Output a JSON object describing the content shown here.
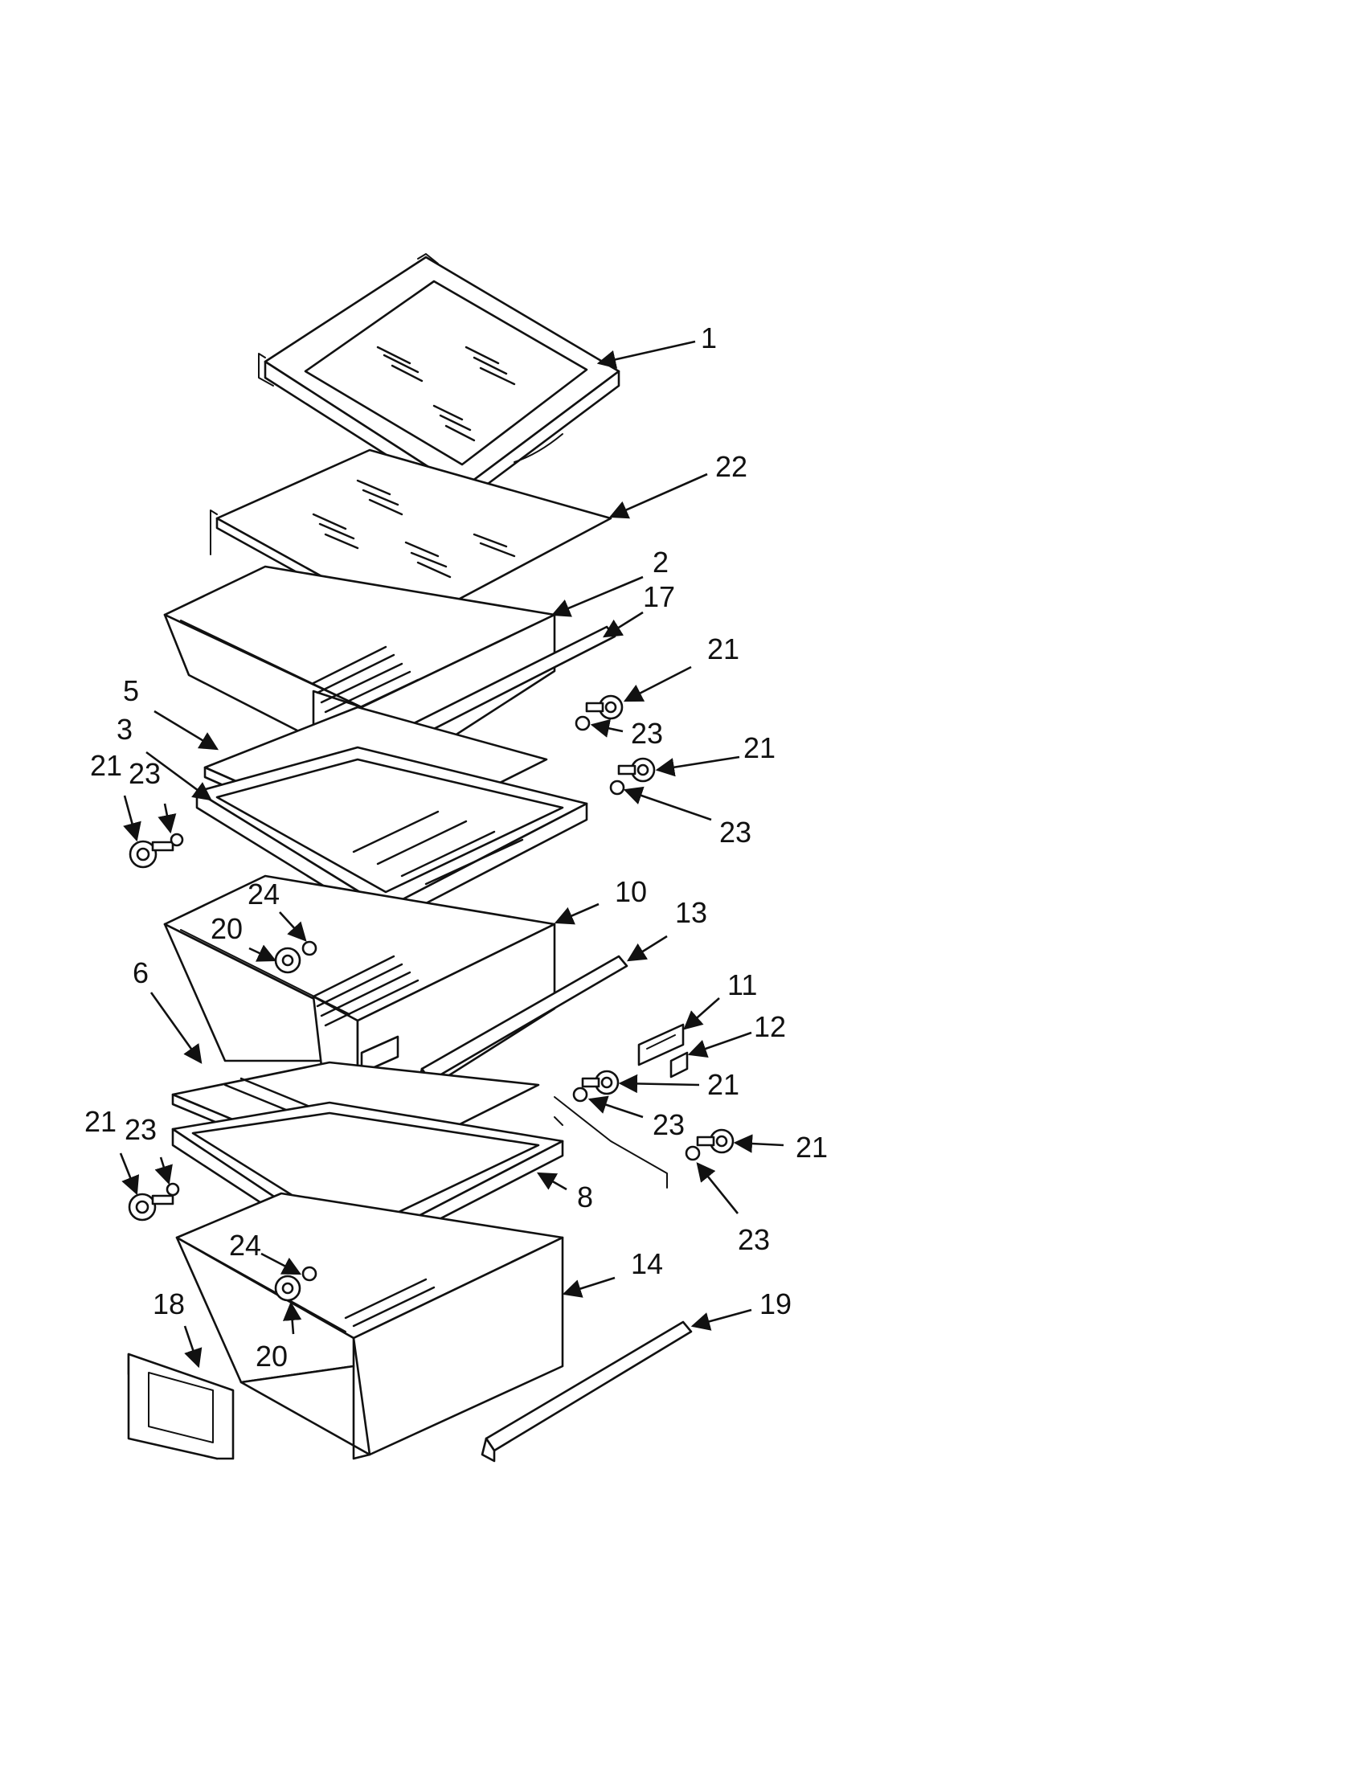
{
  "colors": {
    "ink": "#111111",
    "paper": "#ffffff"
  },
  "parts": [
    {
      "id": "p1",
      "number": "1"
    },
    {
      "id": "p22",
      "number": "22"
    },
    {
      "id": "p2",
      "number": "2"
    },
    {
      "id": "p17",
      "number": "17"
    },
    {
      "id": "p21a",
      "number": "21"
    },
    {
      "id": "p23a",
      "number": "23"
    },
    {
      "id": "p21b",
      "number": "21"
    },
    {
      "id": "p23b",
      "number": "23"
    },
    {
      "id": "p5",
      "number": "5"
    },
    {
      "id": "p3",
      "number": "3"
    },
    {
      "id": "p21c",
      "number": "21"
    },
    {
      "id": "p23c",
      "number": "23"
    },
    {
      "id": "p24a",
      "number": "24"
    },
    {
      "id": "p20a",
      "number": "20"
    },
    {
      "id": "p10",
      "number": "10"
    },
    {
      "id": "p13",
      "number": "13"
    },
    {
      "id": "p6",
      "number": "6"
    },
    {
      "id": "p11",
      "number": "11"
    },
    {
      "id": "p12",
      "number": "12"
    },
    {
      "id": "p21d",
      "number": "21"
    },
    {
      "id": "p23d",
      "number": "23"
    },
    {
      "id": "p21e",
      "number": "21"
    },
    {
      "id": "p23e",
      "number": "23"
    },
    {
      "id": "p21f",
      "number": "21"
    },
    {
      "id": "p23f",
      "number": "23"
    },
    {
      "id": "p8",
      "number": "8"
    },
    {
      "id": "p24b",
      "number": "24"
    },
    {
      "id": "p20b",
      "number": "20"
    },
    {
      "id": "p14",
      "number": "14"
    },
    {
      "id": "p18",
      "number": "18"
    },
    {
      "id": "p19",
      "number": "19"
    }
  ]
}
